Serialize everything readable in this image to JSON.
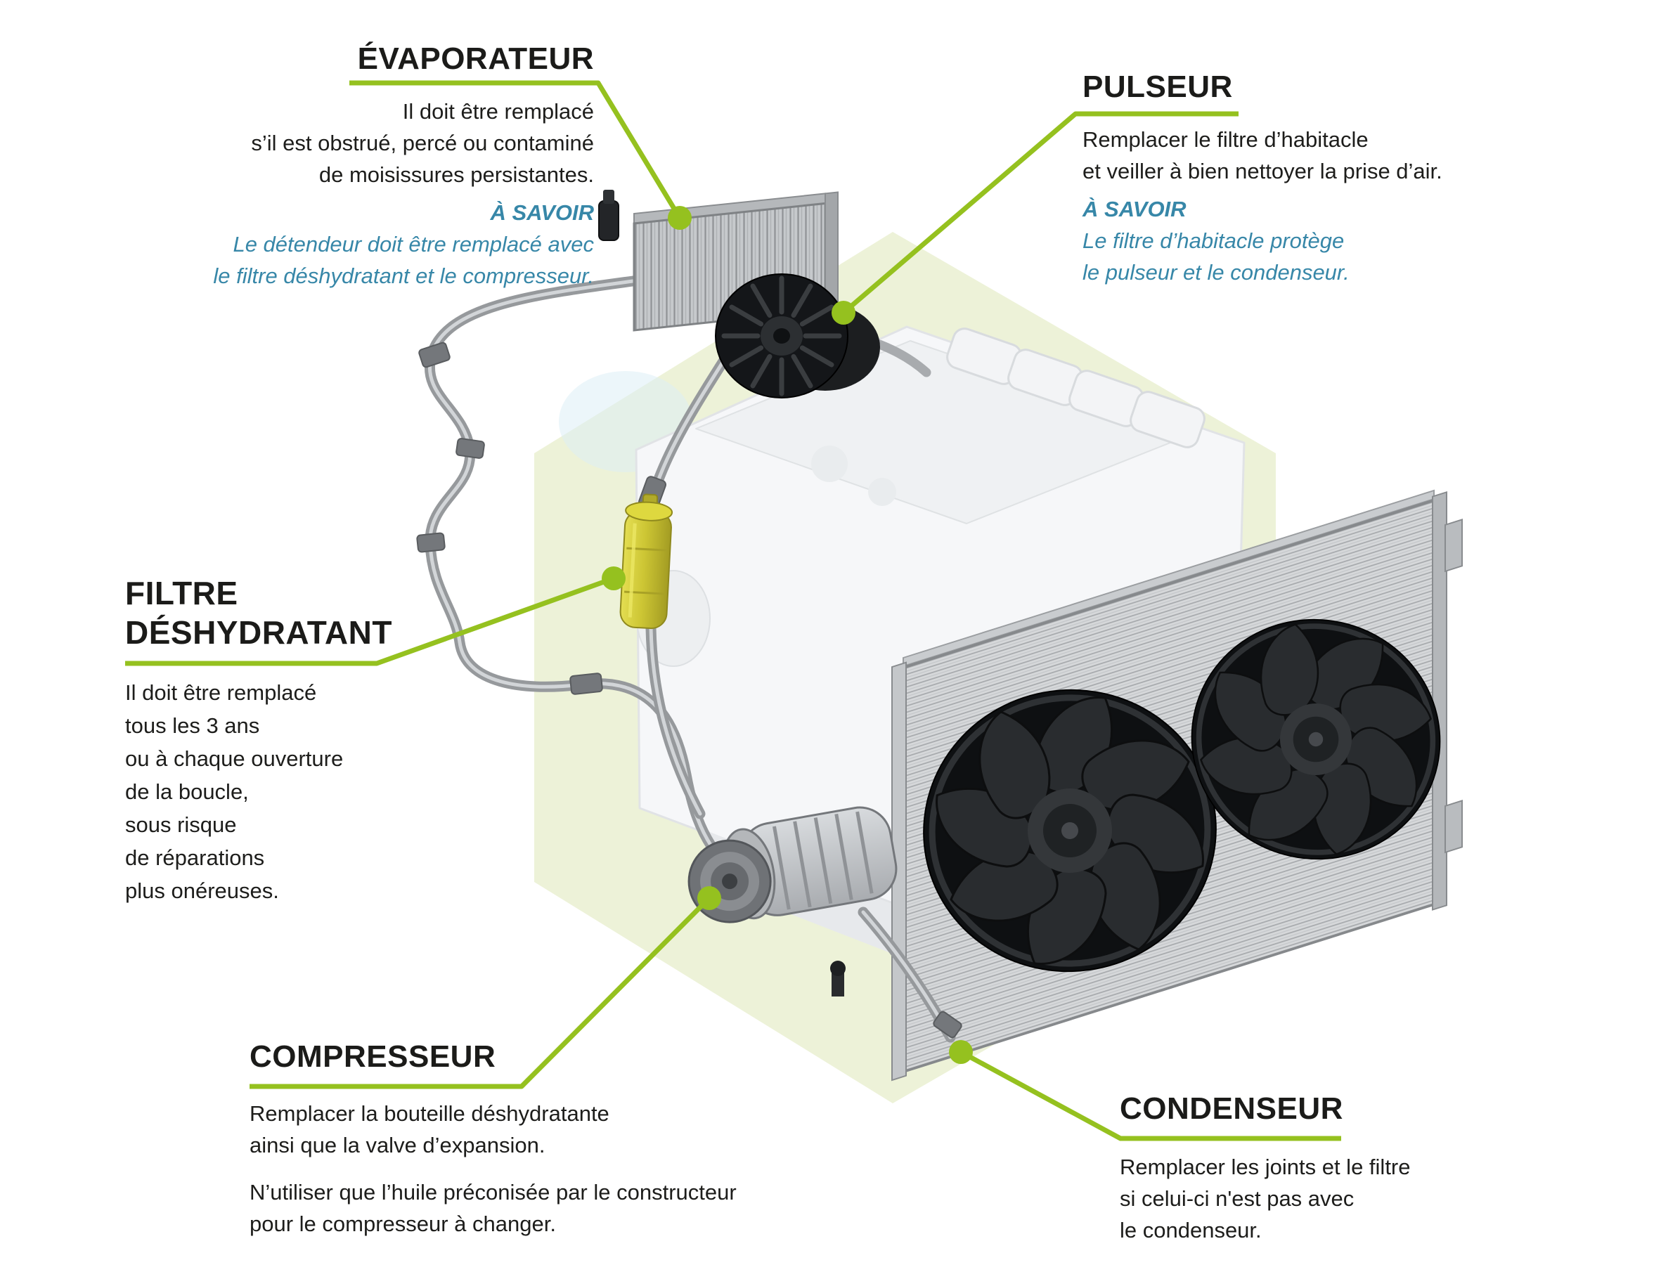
{
  "colors": {
    "accent_green": "#95c11f",
    "info_teal": "#3787a8",
    "heading_black": "#1b1b19",
    "hexagon_fill": "#edf2d8",
    "filter_yellow": "#cdc634",
    "fan_black": "#141619",
    "condenser_gray": "#d6d8da"
  },
  "callouts": {
    "evaporateur": {
      "title": "ÉVAPORATEUR",
      "lines": [
        "Il doit être remplacé",
        "s’il est obstrué, percé ou contaminé",
        "de moisissures persistantes."
      ],
      "savoir_label": "À SAVOIR",
      "savoir_lines": [
        "Le détendeur doit être remplacé avec",
        "le filtre déshydratant et le compresseur."
      ]
    },
    "pulseur": {
      "title": "PULSEUR",
      "lines": [
        "Remplacer le filtre d’habitacle",
        "et veiller à bien nettoyer la prise d’air."
      ],
      "savoir_label": "À SAVOIR",
      "savoir_lines": [
        "Le filtre d’habitacle protège",
        "le pulseur et le condenseur."
      ]
    },
    "filtre": {
      "title_line1": "FILTRE",
      "title_line2": "DÉSHYDRATANT",
      "lines": [
        "Il doit être remplacé",
        "tous les 3 ans",
        "ou à chaque ouverture",
        "de la boucle,",
        "sous risque",
        "de réparations",
        "plus onéreuses."
      ]
    },
    "compresseur": {
      "title": "COMPRESSEUR",
      "lines": [
        "Remplacer la bouteille déshydratante",
        "ainsi que la valve d’expansion."
      ],
      "lines2": [
        "N’utiliser que l’huile préconisée par le constructeur",
        "pour le compresseur à changer."
      ]
    },
    "condenseur": {
      "title": "CONDENSEUR",
      "lines": [
        "Remplacer les joints et le filtre",
        "si celui-ci n'est pas avec",
        "le condenseur."
      ]
    }
  },
  "diagram": {
    "components": [
      "evaporator",
      "blower-motor",
      "filter-drier",
      "compressor",
      "condenser",
      "cooling-fan-left",
      "cooling-fan-right",
      "engine-block",
      "refrigerant-pipes"
    ]
  }
}
